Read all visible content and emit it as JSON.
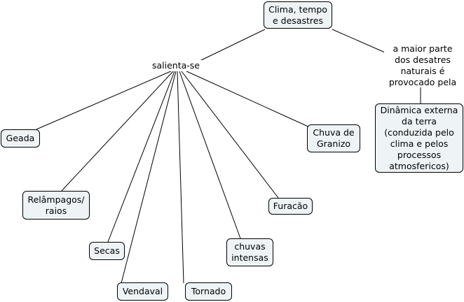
{
  "root": {
    "label": "Clima, tempo\ne desastres"
  },
  "left_link": {
    "label": "salienta-se"
  },
  "right_link": {
    "label": "a maior parte\ndos desatres\nnaturais é\nprovocado pela"
  },
  "right_concept": {
    "label": "Dinâmica externa\nda terra\n(conduzida pelo\nclima e pelos\nprocessos\natmosfericos)"
  },
  "concepts": [
    {
      "label": "Geada"
    },
    {
      "label": "Relâmpagos/\nraios"
    },
    {
      "label": "Secas"
    },
    {
      "label": "Vendaval"
    },
    {
      "label": "Tornado"
    },
    {
      "label": "chuvas\nintensas"
    },
    {
      "label": "Furacão"
    },
    {
      "label": "Chuva de\nGranizo"
    }
  ]
}
